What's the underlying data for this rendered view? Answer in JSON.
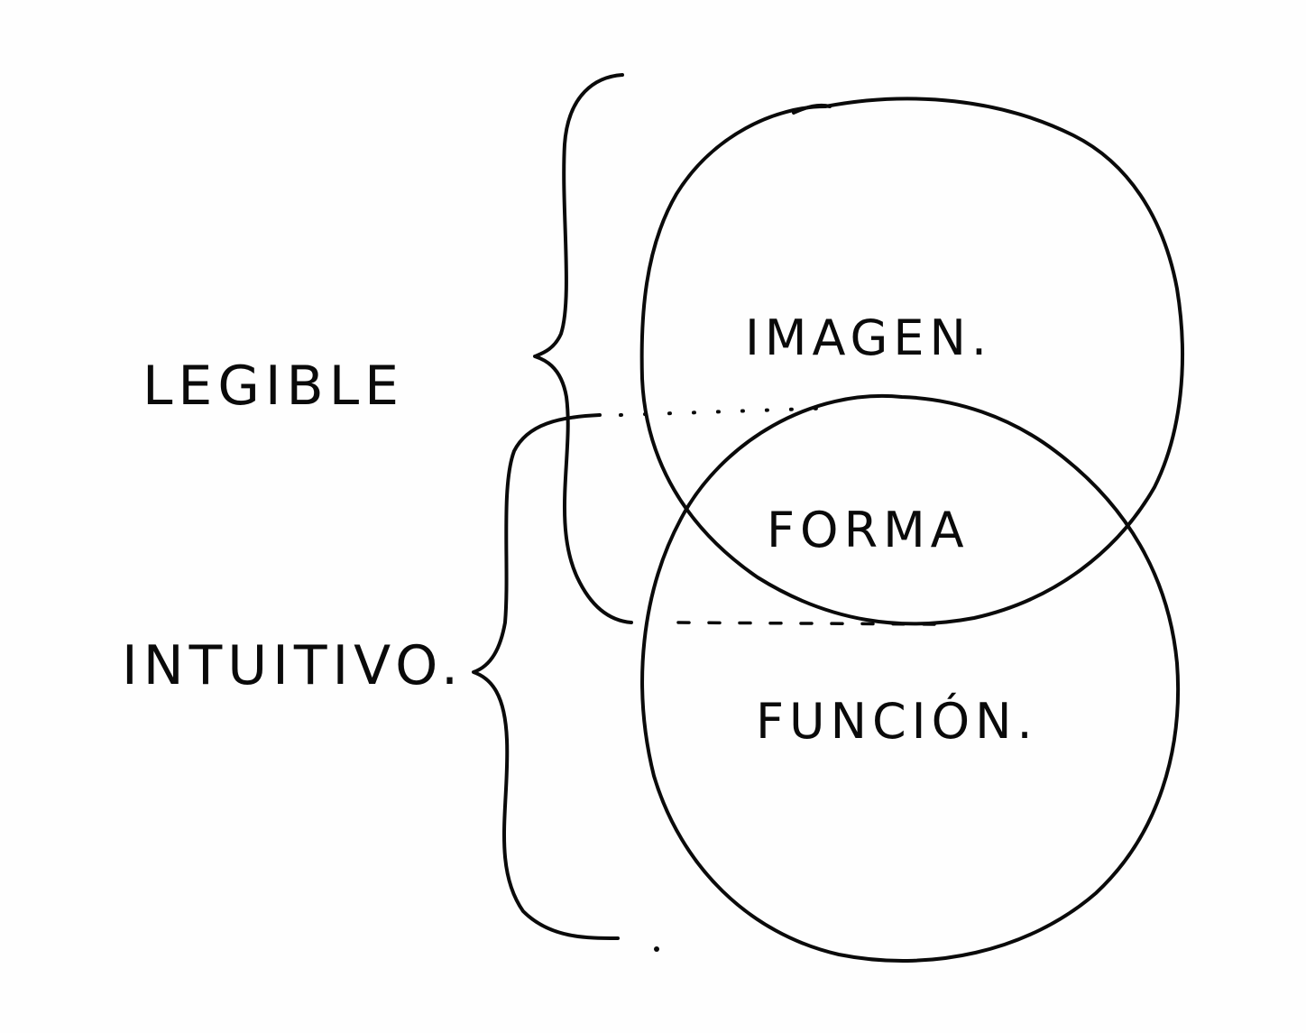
{
  "diagram": {
    "left_labels": {
      "top": "LEGIBLE",
      "bottom": "INTUITIVO."
    },
    "circles": {
      "top_label": "IMAGEN.",
      "overlap_label": "FORMA",
      "bottom_label": "FUNCIÓN."
    },
    "ink_color": "#0a0a0a",
    "paper_color": "#fefefe"
  }
}
